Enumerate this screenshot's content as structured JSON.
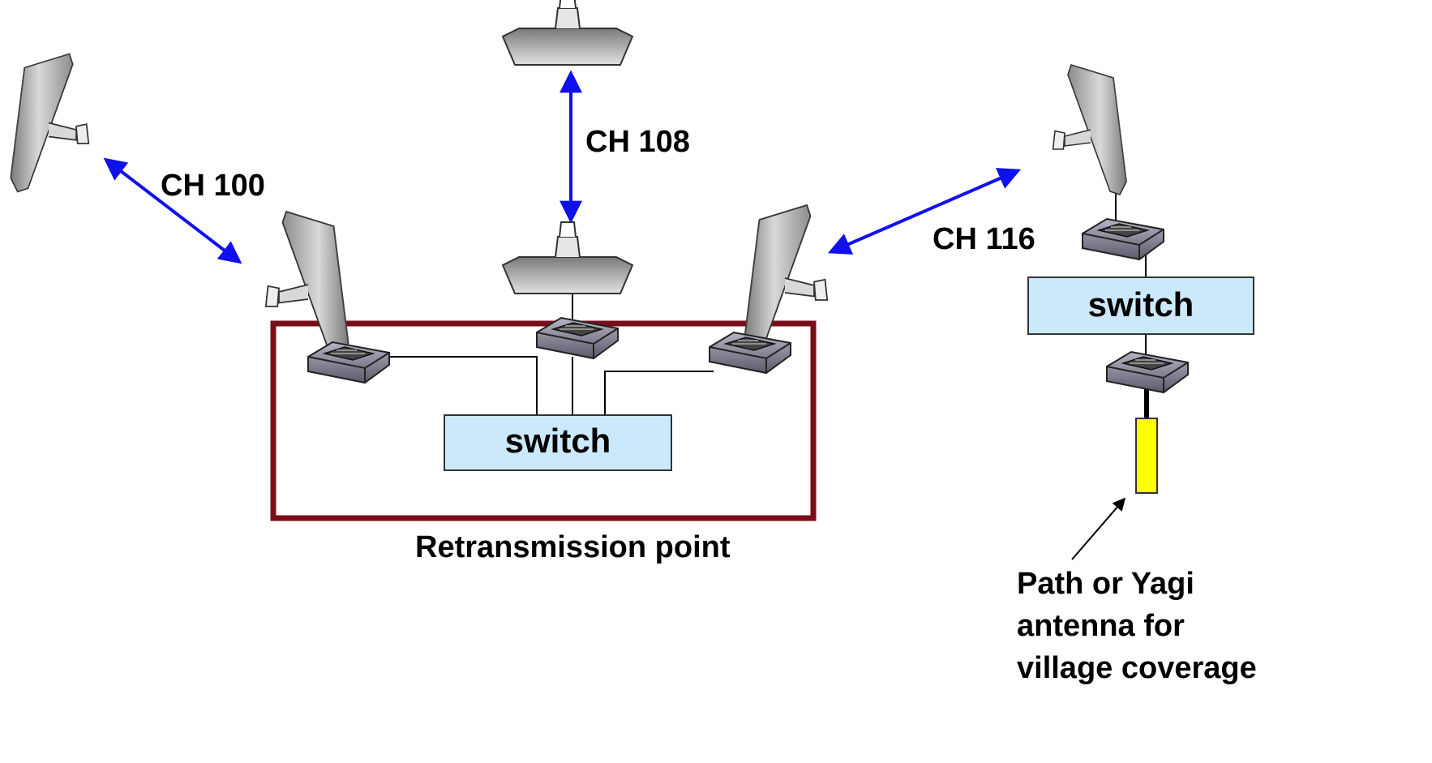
{
  "channels": {
    "left": "CH 100",
    "center": "CH 108",
    "right": "CH 116"
  },
  "switches": {
    "retransmission": "switch",
    "village": "switch"
  },
  "retransmission_caption": "Retransmission point",
  "antenna_note": {
    "line1": "Path or Yagi",
    "line2": "antenna for",
    "line3": "village coverage"
  },
  "colors": {
    "link_arrow": "#1010ee",
    "retransmission_border": "#7a0d1a",
    "switch_fill": "#cce9fb",
    "antenna_fill": "#ffff00",
    "dish_fill": "#a8a8a8",
    "radio_fill": "#7a7a8a"
  }
}
